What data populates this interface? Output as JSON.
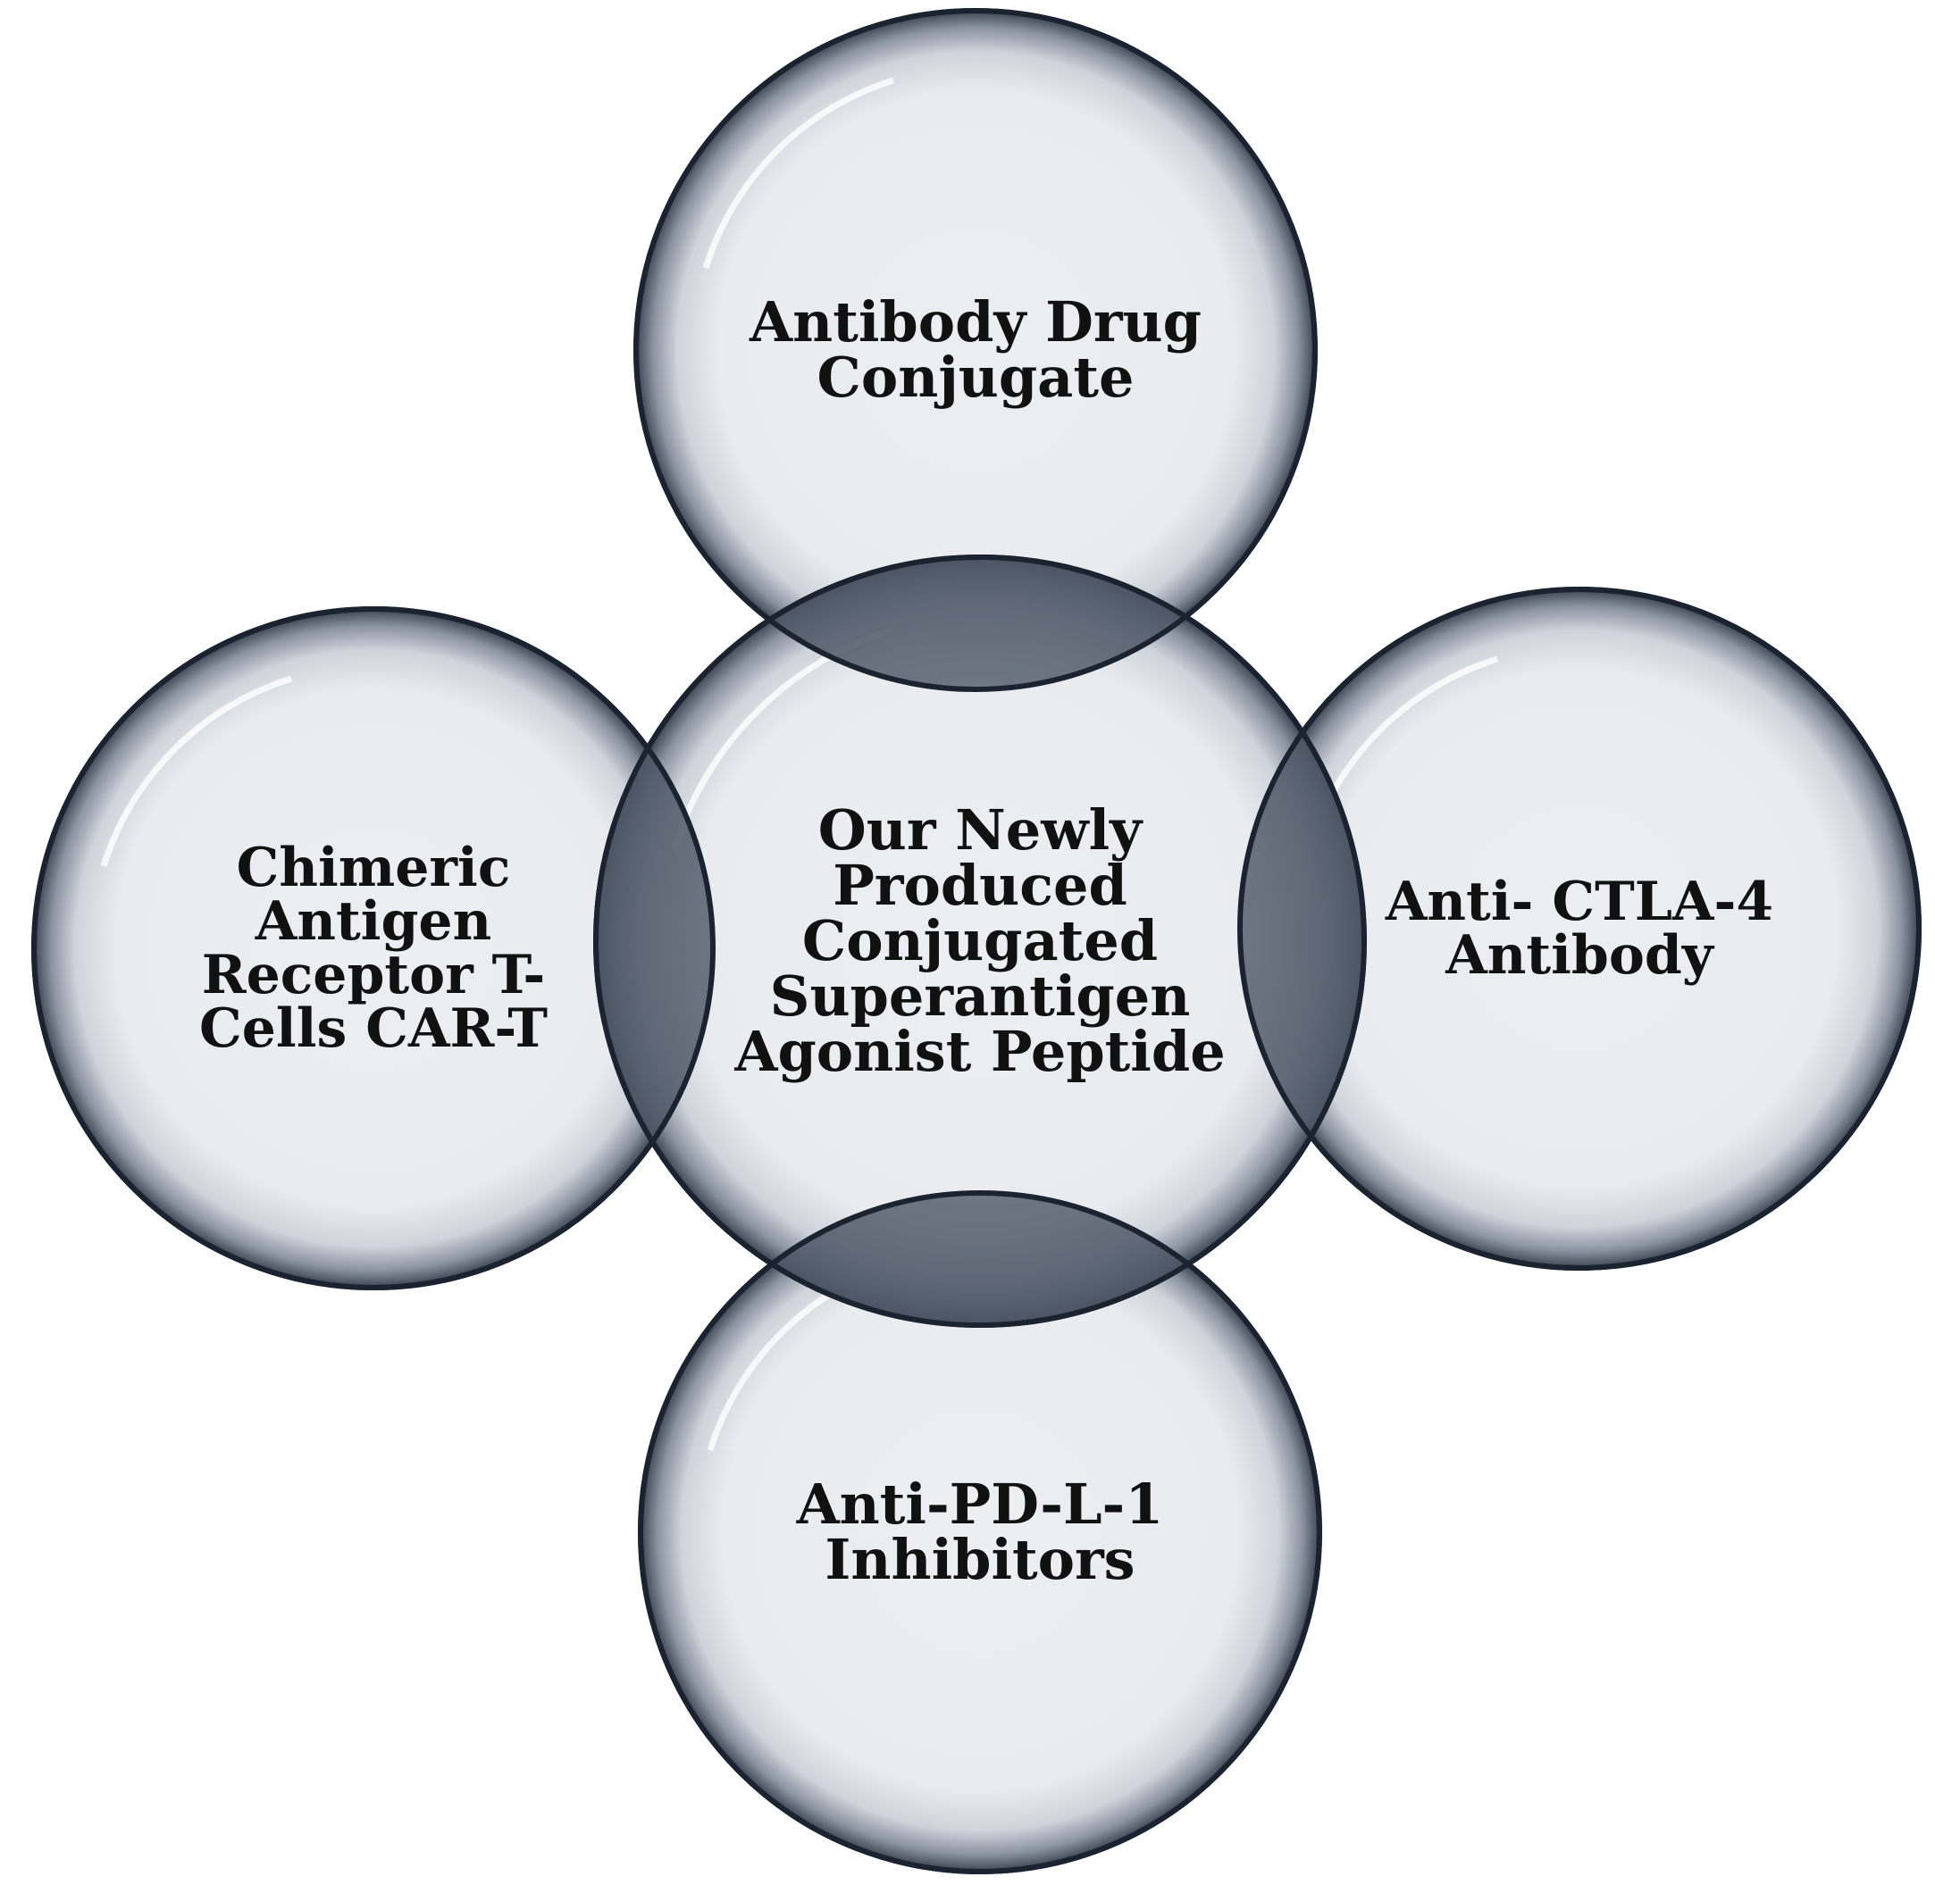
{
  "circles": {
    "top": {
      "lines": [
        "Antibody Drug",
        "Conjugate"
      ]
    },
    "center": {
      "lines": [
        "Our Newly",
        "Produced",
        "Conjugated",
        "Superantigen",
        "Agonist Peptide"
      ]
    },
    "left": {
      "lines": [
        "Chimeric",
        "Antigen",
        "Receptor T-",
        "Cells CAR-T"
      ]
    },
    "right": {
      "lines": [
        "Anti- CTLA-4",
        "Antibody"
      ]
    },
    "bottom": {
      "lines": [
        "Anti-PD-L-1",
        "Inhibitors"
      ]
    }
  },
  "colors": {
    "fill": "#eceef2",
    "edge": "#1c2330",
    "shade": "#5b6676"
  }
}
